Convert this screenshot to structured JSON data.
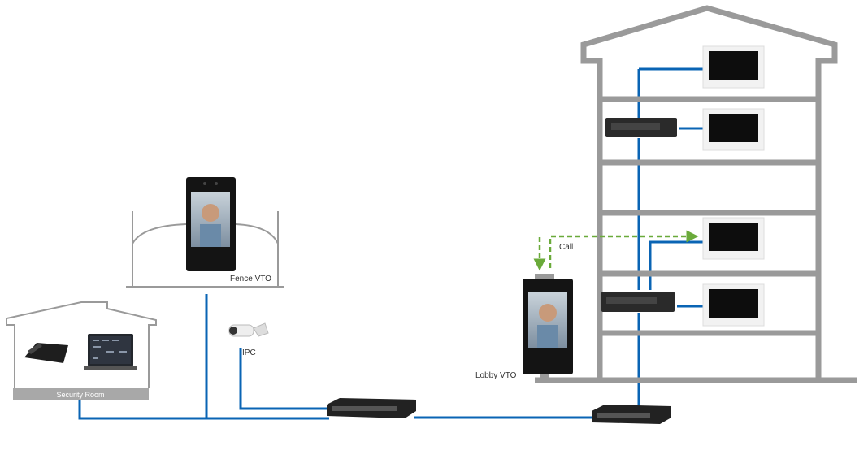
{
  "labels": {
    "security_room": "Security Room",
    "fence_vto": "Fence VTO",
    "ipc": "IPC",
    "lobby_vto": "Lobby VTO",
    "call": "Call"
  },
  "colors": {
    "network_line": "#0a64b4",
    "call_line": "#6aaa3a",
    "building_outline": "#9a9a9a",
    "device_dark": "#1b1b1b"
  }
}
